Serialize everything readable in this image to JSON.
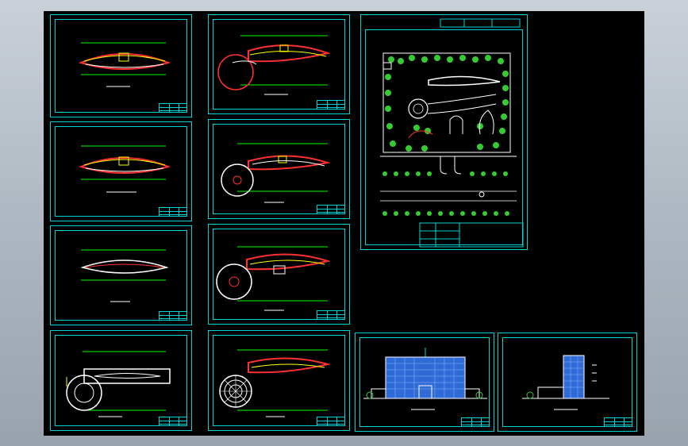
{
  "colors": {
    "background": "#000000",
    "sheet_border": "#00d4d4",
    "plan_wall": "#ff3030",
    "plan_outline": "#ffffff",
    "dimension": "#00ff00",
    "accent_yellow": "#ffff00",
    "landscape_green": "#33cc33",
    "curtain_wall_blue": "#2f6bd6"
  },
  "sheets": [
    {
      "name": "floor-plan-typical-1",
      "kind": "oval-plan"
    },
    {
      "name": "floor-plan-typical-2",
      "kind": "oval-plan"
    },
    {
      "name": "floor-plan-typical-3",
      "kind": "oval-plan-light"
    },
    {
      "name": "roof-plan",
      "kind": "roof-plan"
    },
    {
      "name": "floor-plan-podium-1",
      "kind": "podium-plan"
    },
    {
      "name": "floor-plan-podium-2",
      "kind": "podium-plan"
    },
    {
      "name": "floor-plan-podium-3",
      "kind": "podium-plan"
    },
    {
      "name": "floor-plan-podium-stair",
      "kind": "podium-plan-stair"
    },
    {
      "name": "site-plan",
      "kind": "site-plan"
    },
    {
      "name": "front-elevation",
      "kind": "elevation-front"
    },
    {
      "name": "side-elevation",
      "kind": "elevation-side"
    }
  ]
}
